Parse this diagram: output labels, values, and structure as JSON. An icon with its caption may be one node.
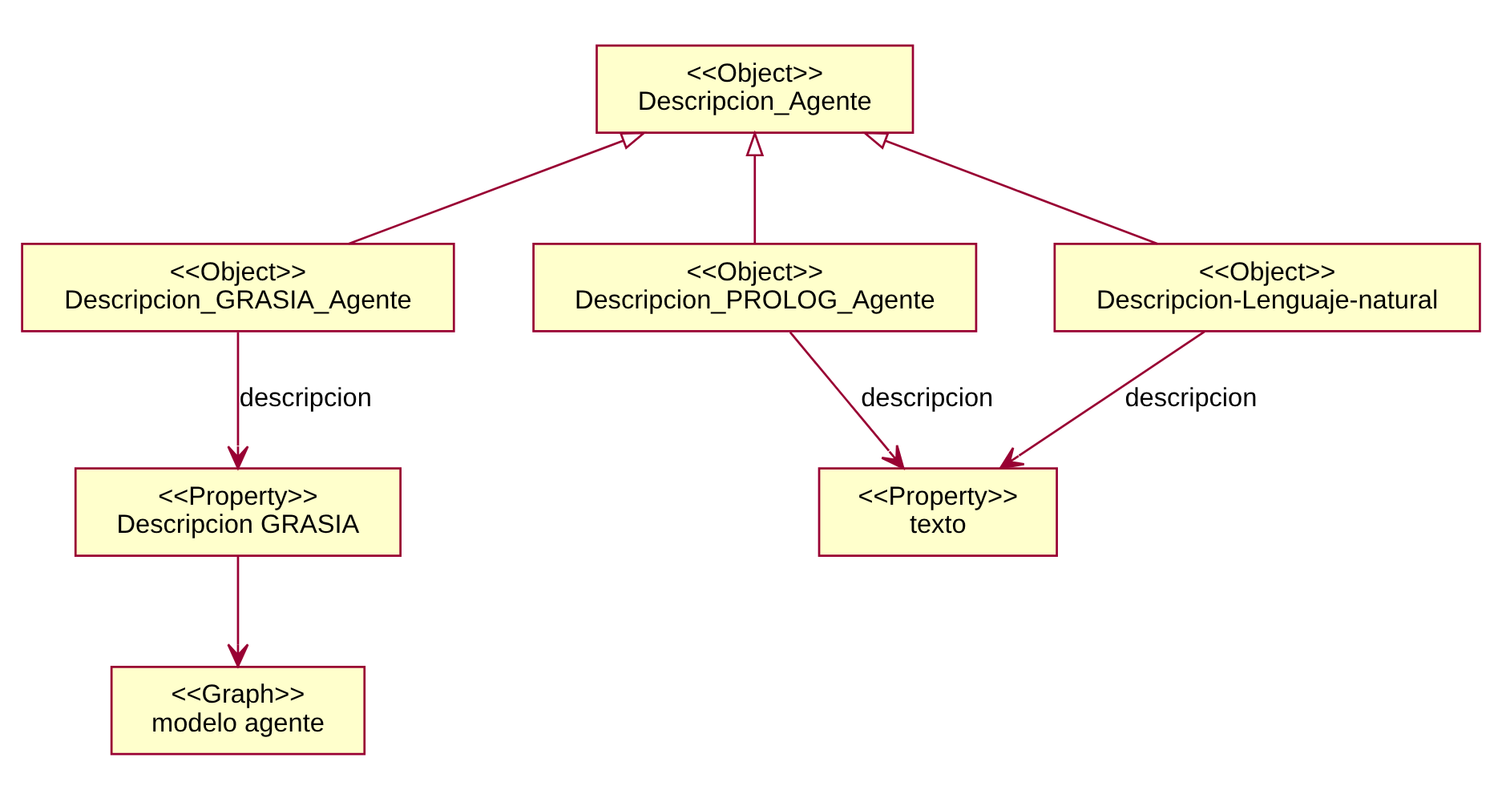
{
  "diagram": {
    "nodes": [
      {
        "text": [
          "<<Object>>",
          "Descripcion_Agente"
        ]
      },
      {
        "text": [
          "<<Object>>",
          "Descripcion_GRASIA_Agente"
        ]
      },
      {
        "text": [
          "<<Object>>",
          "Descripcion_PROLOG_Agente"
        ]
      },
      {
        "text": [
          "<<Object>>",
          "Descripcion-Lenguaje-natural"
        ]
      },
      {
        "text": [
          "<<Property>>",
          "Descripcion GRASIA"
        ]
      },
      {
        "text": [
          "<<Property>>",
          "texto"
        ]
      },
      {
        "text": [
          "<<Graph>>",
          "modelo agente"
        ]
      }
    ],
    "edges": [
      {
        "from": 1,
        "to": 0,
        "arrow": "to"
      },
      {
        "from": 2,
        "to": 0,
        "arrow": "to"
      },
      {
        "from": 3,
        "to": 0,
        "arrow": "to"
      },
      {
        "from": 1,
        "to": 4,
        "arrow": "to",
        "label": "descripcion"
      },
      {
        "from": 2,
        "to": 5,
        "arrow": "to",
        "label": "descripcion"
      },
      {
        "from": 3,
        "to": 5,
        "arrow": "to",
        "label": "descripcion"
      },
      {
        "from": 4,
        "to": 6,
        "arrow": "to"
      }
    ]
  }
}
